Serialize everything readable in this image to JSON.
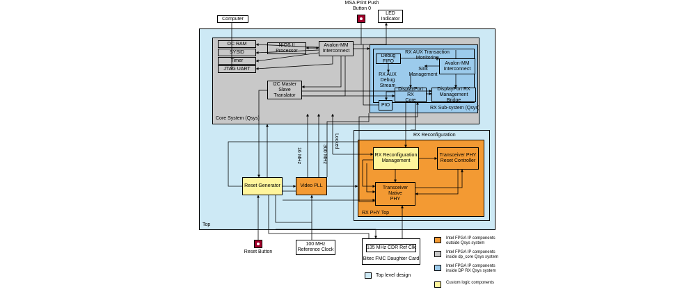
{
  "colors": {
    "top_design": "#cde9f5",
    "qsys_outside": "#f39a33",
    "qsys_core": "#c8c8c8",
    "qsys_rx": "#9ccbec",
    "custom_logic": "#fff59c"
  },
  "external": {
    "computer": "Computer",
    "msa_button": "MSA Print Push\nButton 0",
    "led": "LED\nIndicator",
    "reset_button": "Reset Button",
    "ref_clock": "100 MHz\nReference Clock",
    "cdr_clk": "135 MHz CDR Ref Clk",
    "daughter_card": "Bitec FMC Daughter Card"
  },
  "top": {
    "label": "Top"
  },
  "core": {
    "label": "Core System (Qsys)",
    "oc_ram": "OC RAM",
    "sysid": "SYSID",
    "timer": "Timer",
    "jtag": "JTAG UART",
    "nios": "NIOS II Processor",
    "avalon": "Avalon-MM\nInterconnect",
    "i2c": "I2C Master\nSlave Translator"
  },
  "rx_sub": {
    "label": "RX Sub-system (Qsys)",
    "aux_monitor": "RX AUX Transaction\nMonitoring",
    "debug_fifo": "Debug FIFO",
    "sink_mgmt": "Sink\nManagement",
    "avalon": "Avalon-MM\nInterconnect",
    "aux_debug": "RX AUX Debug\nStream",
    "dp_core": "DisplayPort RX\nCore",
    "mgmt_bridge": "DisplayPort RX\nManagement Bridge",
    "pio": "PIO"
  },
  "rx_reconfig": {
    "label": "RX Reconfiguration"
  },
  "phy_top": {
    "label": "RX PHY Top",
    "reconfig_mgmt": "RX Reconfiguration\nManagement",
    "reset_ctrl": "Transceiver PHY\nReset Controller",
    "native_phy": "Transceiver Native\nPHY"
  },
  "reset_gen": "Reset Generator",
  "video_pll": "Video PLL",
  "signals": {
    "f16": "16 MHz",
    "f300": "300 MHz",
    "locked": "Locked"
  },
  "legend": [
    {
      "text": "Intel FPGA IP components\noutside Qsys system",
      "color": "#f39a33"
    },
    {
      "text": "Intel FPGA IP components\ninside dp_core Qsys system",
      "color": "#c8c8c8"
    },
    {
      "text": "Intel FPGA IP components\ninside DP RX Qsys system",
      "color": "#9ccbec"
    },
    {
      "text": "Custom logic components",
      "color": "#fff59c"
    }
  ],
  "legend_top_level": {
    "text": "Top level design",
    "color": "#cde9f5"
  }
}
